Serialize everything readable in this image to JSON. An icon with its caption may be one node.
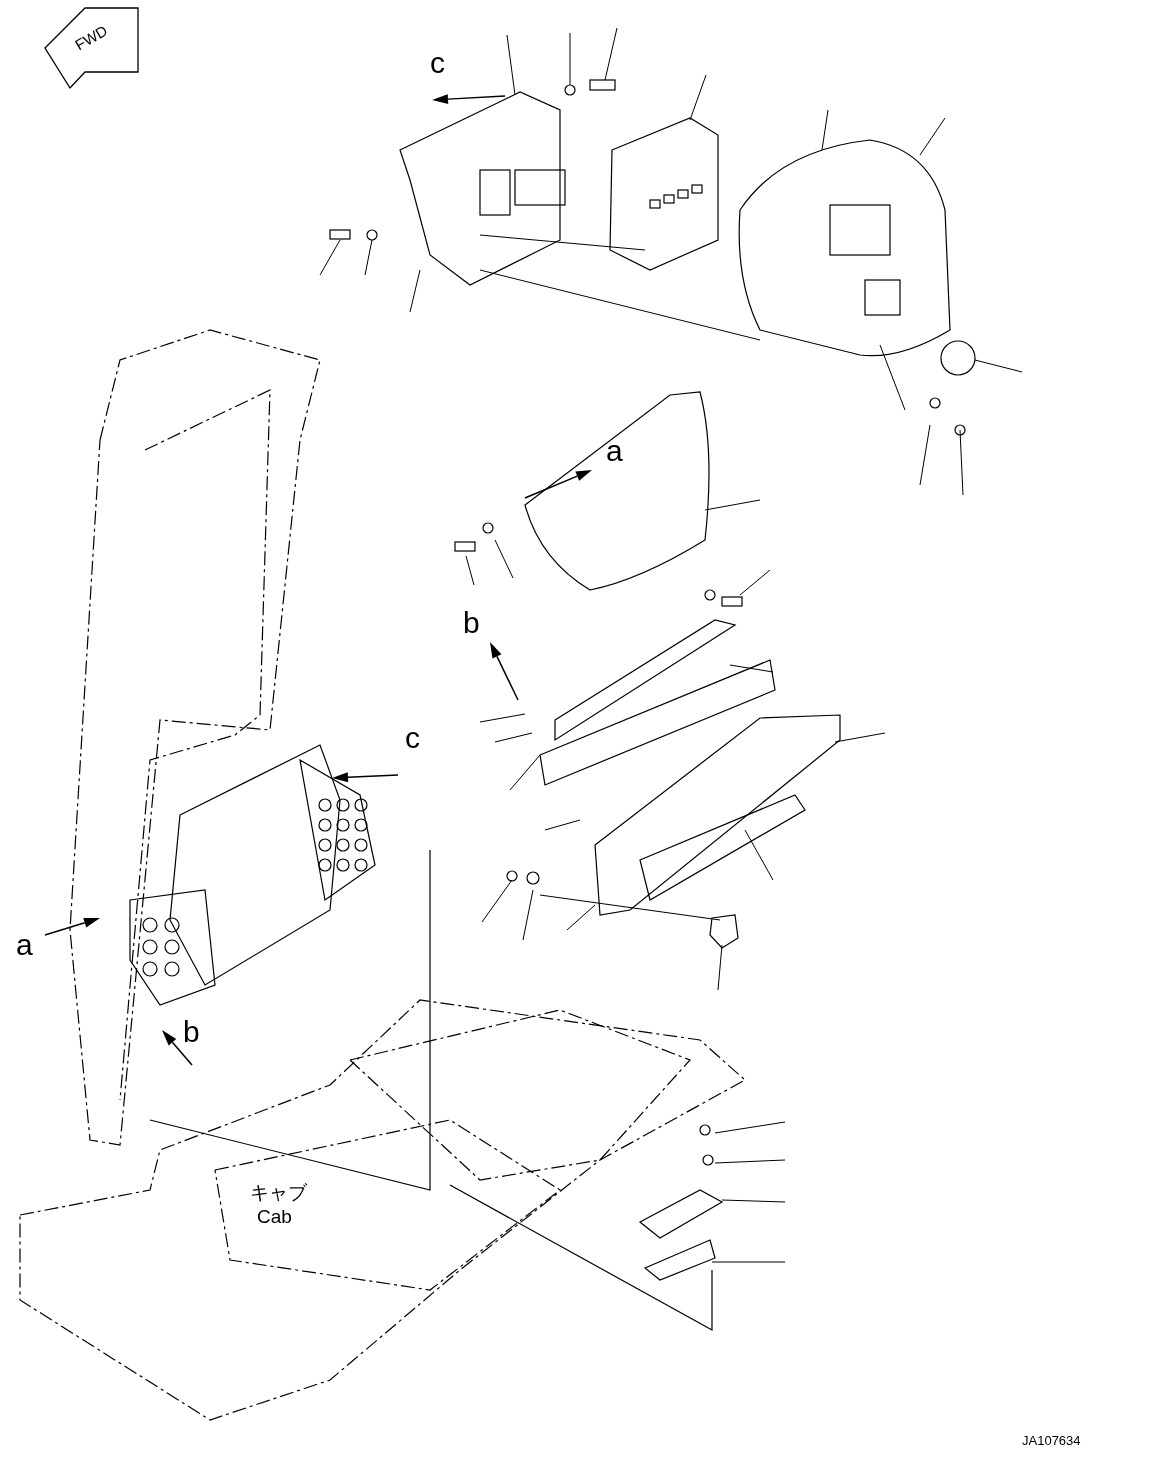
{
  "diagram": {
    "labels": [
      "FWD",
      "c",
      "a",
      "b",
      "c",
      "a",
      "b",
      "キャブ",
      "Cab",
      "JA107634"
    ]
  }
}
